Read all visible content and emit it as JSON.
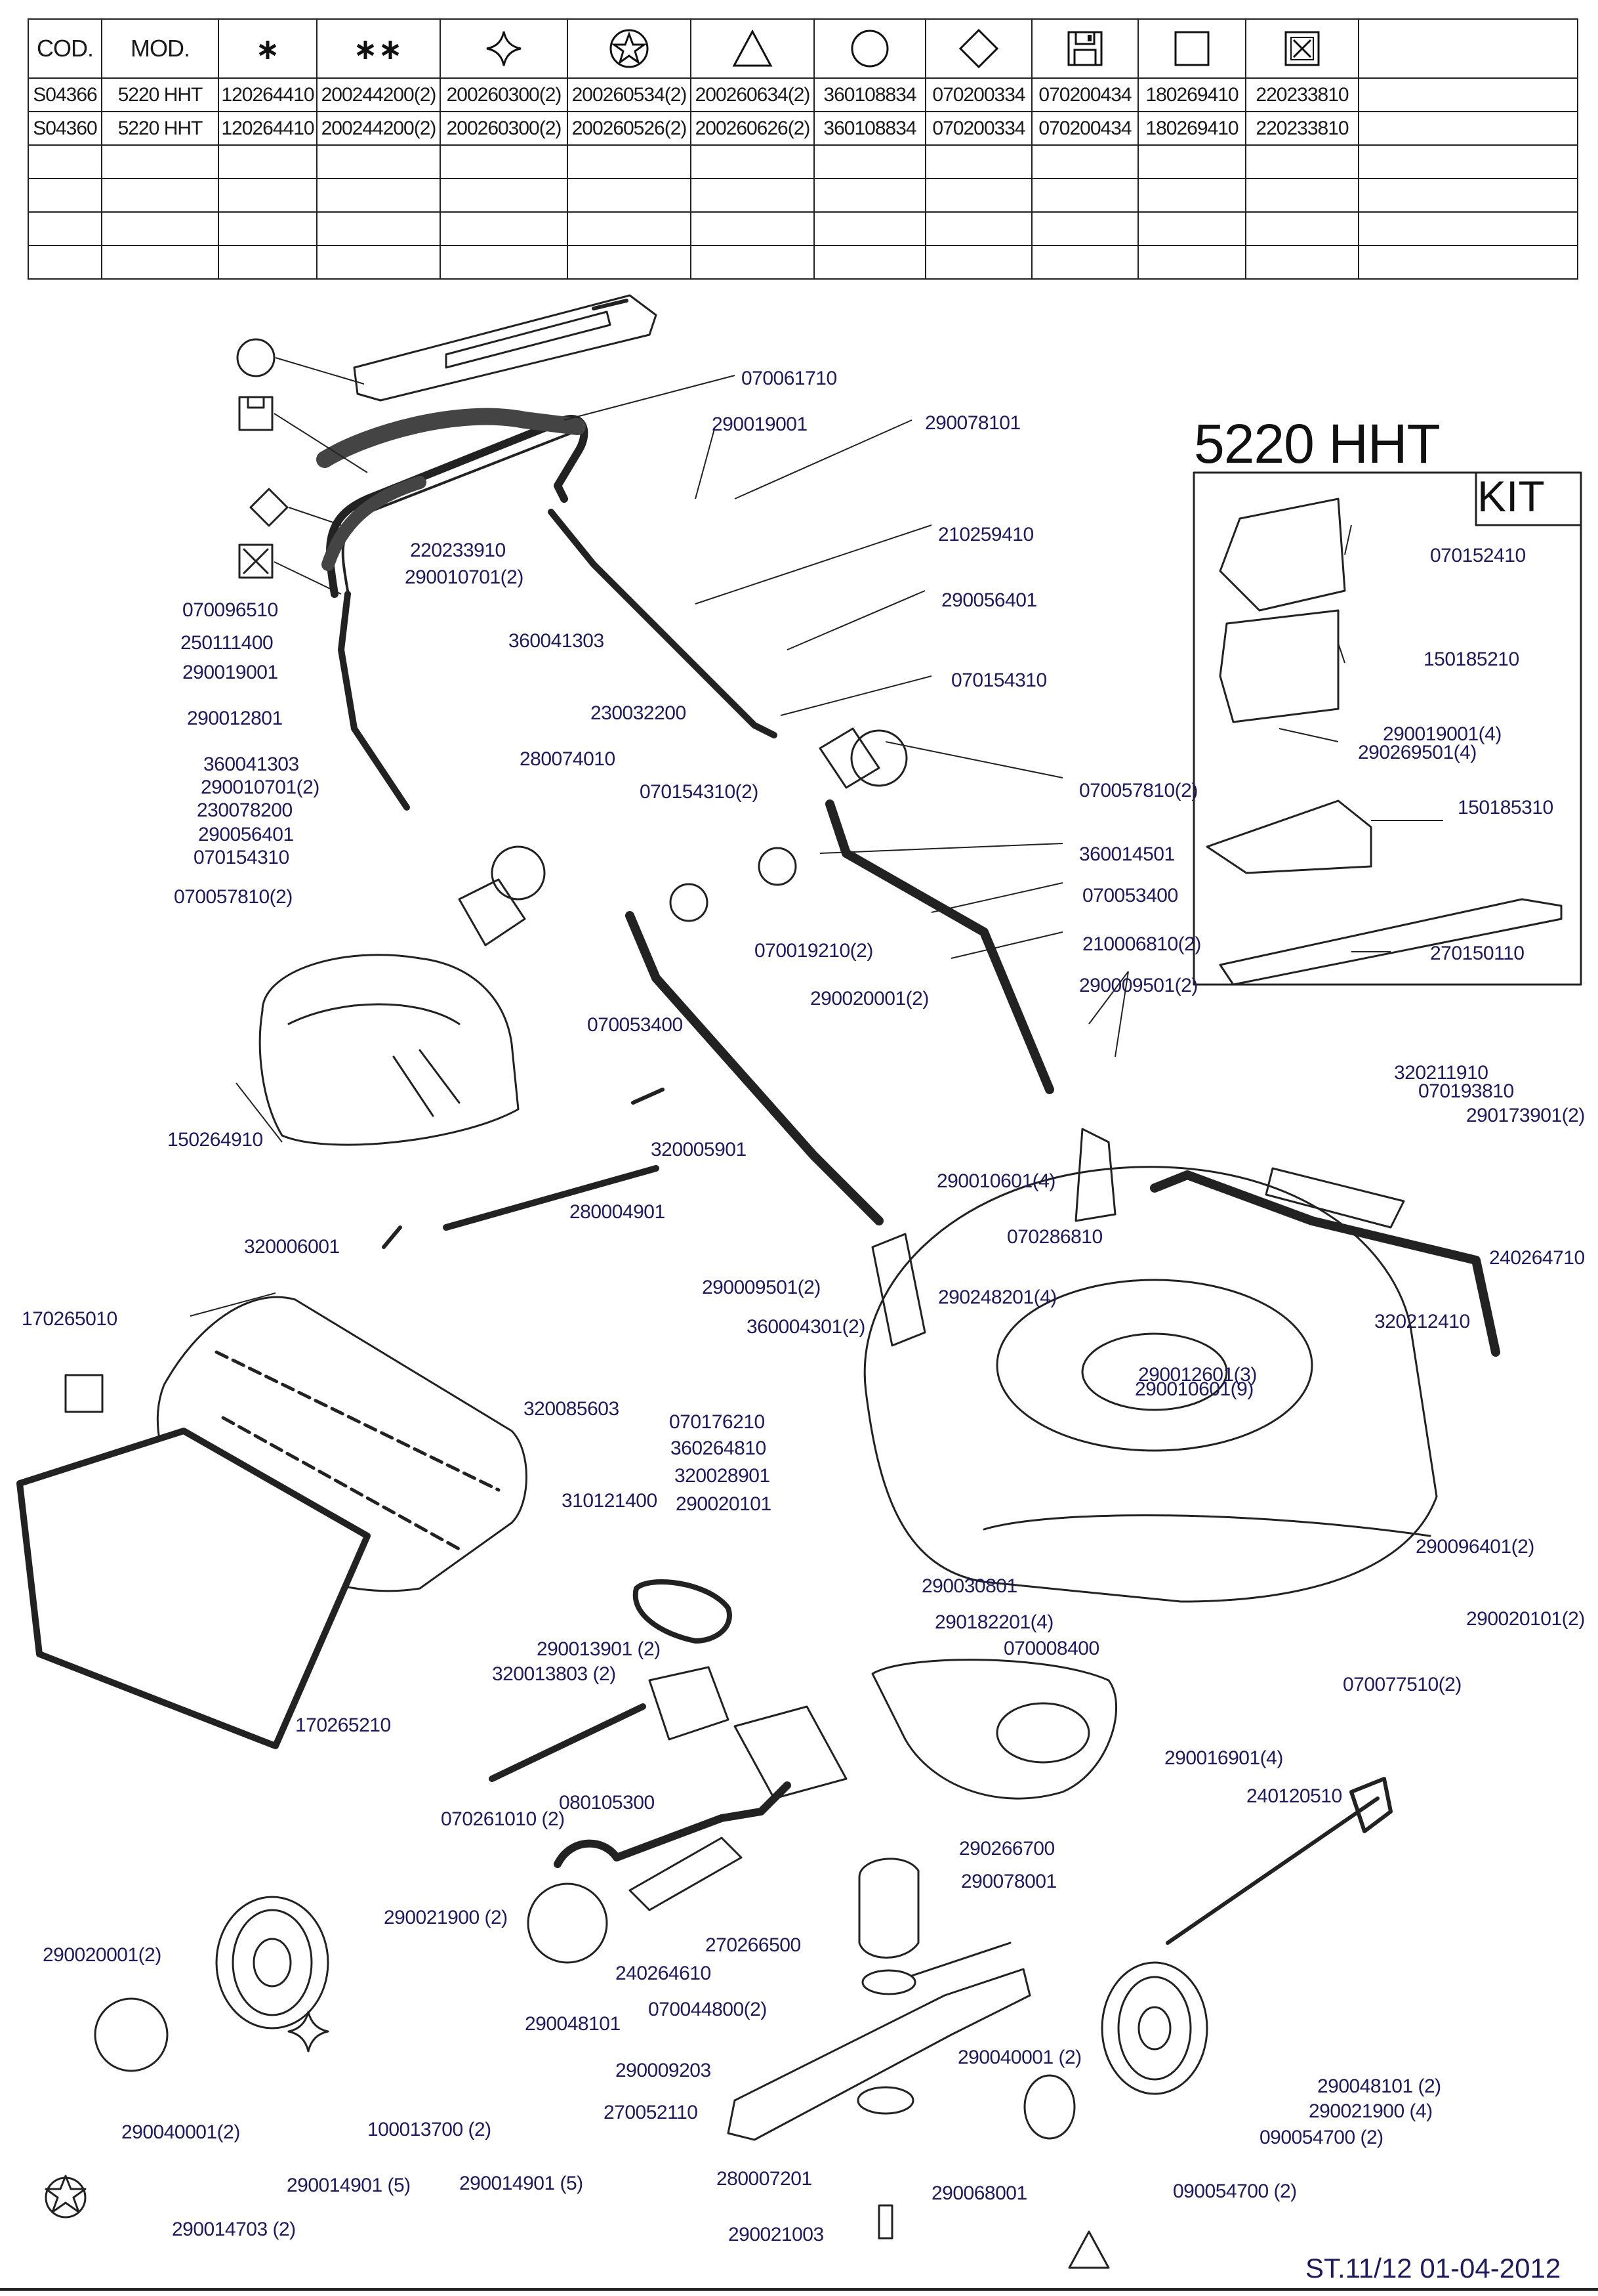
{
  "table": {
    "headers": [
      "COD.",
      "MOD."
    ],
    "symbol_columns": [
      "asterisk-icon",
      "double-asterisk-icon",
      "four-point-star-icon",
      "circled-star-icon",
      "triangle-icon",
      "circle-icon",
      "diamond-icon",
      "floppy-disk-icon",
      "square-icon",
      "boxed-x-icon"
    ],
    "rows": [
      [
        "S04366",
        "5220 HHT",
        "120264410",
        "200244200(2)",
        "200260300(2)",
        "200260534(2)",
        "200260634(2)",
        "360108834",
        "070200334",
        "070200434",
        "180269410",
        "220233810",
        ""
      ],
      [
        "S04360",
        "5220 HHT",
        "120264410",
        "200244200(2)",
        "200260300(2)",
        "200260526(2)",
        "200260626(2)",
        "360108834",
        "070200334",
        "070200434",
        "180269410",
        "220233810",
        ""
      ],
      [
        "",
        "",
        "",
        "",
        "",
        "",
        "",
        "",
        "",
        "",
        "",
        "",
        ""
      ],
      [
        "",
        "",
        "",
        "",
        "",
        "",
        "",
        "",
        "",
        "",
        "",
        "",
        ""
      ],
      [
        "",
        "",
        "",
        "",
        "",
        "",
        "",
        "",
        "",
        "",
        "",
        "",
        ""
      ],
      [
        "",
        "",
        "",
        "",
        "",
        "",
        "",
        "",
        "",
        "",
        "",
        "",
        ""
      ]
    ]
  },
  "model": "5220 HHT",
  "kit": {
    "label": "KIT",
    "parts": [
      "070152410",
      "150185210",
      "290019001(4)",
      "290269501(4)",
      "150185310",
      "270150110"
    ]
  },
  "labels": [
    "070061710",
    "290019001",
    "290078101",
    "210259410",
    "290056401",
    "070154310",
    "070057810(2)",
    "360014501",
    "070053400",
    "210006810(2)",
    "290009501(2)",
    "220233910",
    "290010701(2)",
    "070096510",
    "250111400",
    "290019001",
    "290012801",
    "360041303",
    "230032200",
    "280074010",
    "360041303",
    "290010701(2)",
    "230078200",
    "290056401",
    "070154310",
    "070057810(2)",
    "070154310(2)",
    "070019210(2)",
    "290020001(2)",
    "150264910",
    "070053400",
    "320005901",
    "280004901",
    "320006001",
    "170265010",
    "320085603",
    "310121400",
    "170265210",
    "290013901 (2)",
    "320013803 (2)",
    "080105300",
    "070261010 (2)",
    "290021900 (2)",
    "290020001(2)",
    "290040001(2)",
    "290048101",
    "240264610",
    "070044800(2)",
    "100013700 (2)",
    "290014901 (5)",
    "290014901 (5)",
    "290014703 (2)",
    "070176210",
    "360264810",
    "320028901",
    "290020101",
    "290030801",
    "290182201(4)",
    "070008400",
    "290010601(4)",
    "070286810",
    "290248201(4)",
    "360004301(2)",
    "290009501(2)",
    "320211910",
    "070193810",
    "290173901(2)",
    "240264710",
    "320212410",
    "290012601(3)",
    "290010601(9)",
    "290096401(2)",
    "290020101(2)",
    "070077510(2)",
    "290016901(4)",
    "240120510",
    "290266700",
    "290078001",
    "270266500",
    "290009203",
    "270052110",
    "280007201",
    "290068001",
    "290021003",
    "290040001 (2)",
    "290048101 (2)",
    "290021900 (4)",
    "090054700 (2)",
    "090054700 (2)"
  ],
  "footer": "ST.11/12  01-04-2012"
}
